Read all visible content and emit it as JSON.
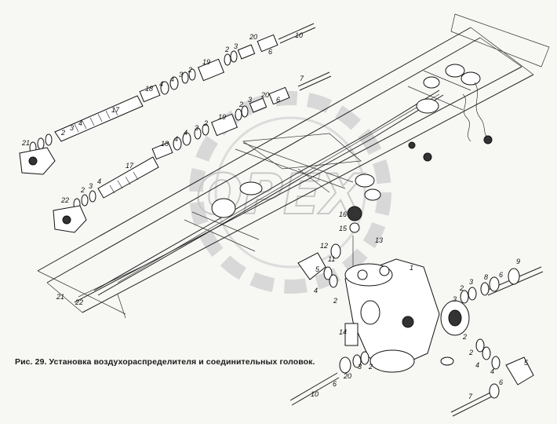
{
  "figure": {
    "caption": "Рис. 29. Установка воздухораспределителя и соединительных головок.",
    "watermark": "OPEX"
  },
  "part_labels": [
    {
      "id": "l10a",
      "text": "10"
    },
    {
      "id": "l6a",
      "text": "6"
    },
    {
      "id": "l20a",
      "text": "20"
    },
    {
      "id": "l3a",
      "text": "3"
    },
    {
      "id": "l2a",
      "text": "2"
    },
    {
      "id": "l19a",
      "text": "19"
    },
    {
      "id": "l2b",
      "text": "2"
    },
    {
      "id": "l3b",
      "text": "3"
    },
    {
      "id": "l4a",
      "text": "4"
    },
    {
      "id": "l4b",
      "text": "4"
    },
    {
      "id": "l18a",
      "text": "18"
    },
    {
      "id": "l17a",
      "text": "17"
    },
    {
      "id": "l7a",
      "text": "7"
    },
    {
      "id": "l6b",
      "text": "6"
    },
    {
      "id": "l20b",
      "text": "20"
    },
    {
      "id": "l3c",
      "text": "3"
    },
    {
      "id": "l2c",
      "text": "2"
    },
    {
      "id": "l19b",
      "text": "19"
    },
    {
      "id": "l2d",
      "text": "2"
    },
    {
      "id": "l3d",
      "text": "3"
    },
    {
      "id": "l4c",
      "text": "4"
    },
    {
      "id": "l4d",
      "text": "4"
    },
    {
      "id": "l18b",
      "text": "18"
    },
    {
      "id": "l17b",
      "text": "17"
    },
    {
      "id": "l2e",
      "text": "2"
    },
    {
      "id": "l3e",
      "text": "3"
    },
    {
      "id": "l4e",
      "text": "4"
    },
    {
      "id": "l21a",
      "text": "21"
    },
    {
      "id": "l2f",
      "text": "2"
    },
    {
      "id": "l3f",
      "text": "3"
    },
    {
      "id": "l4f",
      "text": "4"
    },
    {
      "id": "l22a",
      "text": "22"
    },
    {
      "id": "l16",
      "text": "16"
    },
    {
      "id": "l15",
      "text": "15"
    },
    {
      "id": "l13",
      "text": "13"
    },
    {
      "id": "l12",
      "text": "12"
    },
    {
      "id": "l11",
      "text": "11"
    },
    {
      "id": "l1",
      "text": "1"
    },
    {
      "id": "l9",
      "text": "9"
    },
    {
      "id": "l6c",
      "text": "6"
    },
    {
      "id": "l8",
      "text": "8"
    },
    {
      "id": "l3g",
      "text": "3"
    },
    {
      "id": "l2g",
      "text": "2"
    },
    {
      "id": "l5a",
      "text": "5"
    },
    {
      "id": "l4g",
      "text": "4"
    },
    {
      "id": "l2h",
      "text": "2"
    },
    {
      "id": "l14",
      "text": "14"
    },
    {
      "id": "l2i",
      "text": "2"
    },
    {
      "id": "l3h",
      "text": "3"
    },
    {
      "id": "l20c",
      "text": "20"
    },
    {
      "id": "l6d",
      "text": "6"
    },
    {
      "id": "l10b",
      "text": "10"
    },
    {
      "id": "l2j",
      "text": "2"
    },
    {
      "id": "l4h",
      "text": "4"
    },
    {
      "id": "l5b",
      "text": "5"
    },
    {
      "id": "l6e",
      "text": "6"
    },
    {
      "id": "l7b",
      "text": "7"
    },
    {
      "id": "l21b",
      "text": "21"
    },
    {
      "id": "l22b",
      "text": "22"
    },
    {
      "id": "l2k",
      "text": "2"
    },
    {
      "id": "l4i",
      "text": "4"
    },
    {
      "id": "l3i",
      "text": "3"
    }
  ]
}
